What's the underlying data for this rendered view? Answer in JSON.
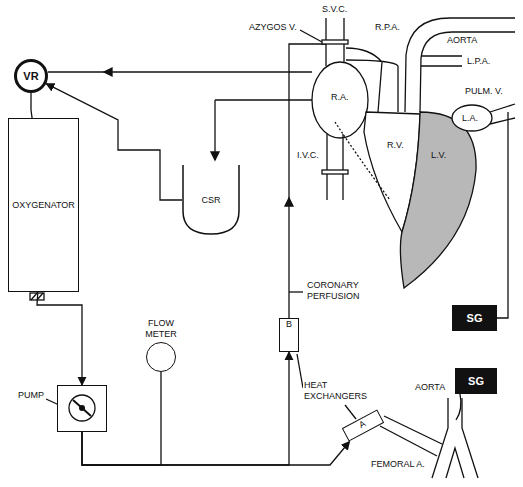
{
  "diagram": {
    "nodes": [
      {
        "text": [
          "VR"
        ]
      },
      {
        "text": [
          "OXYGENATOR"
        ]
      },
      {
        "text": [
          "CSR"
        ]
      },
      {
        "text": [
          "PUMP"
        ]
      },
      {
        "text": [
          "FLOW METER"
        ]
      },
      {
        "text": [
          "B"
        ]
      },
      {
        "text": [
          "A"
        ]
      },
      {
        "text": [
          "SG"
        ]
      },
      {
        "text": [
          "SG"
        ]
      }
    ],
    "edges": [
      {
        "from": 0,
        "to": 1,
        "arrow": "none"
      },
      {
        "from": 1,
        "to": 3,
        "arrow": "to"
      },
      {
        "from": 3,
        "to": 4,
        "arrow": "none"
      },
      {
        "from": 3,
        "to": 5,
        "arrow": "to"
      },
      {
        "from": 3,
        "to": 6,
        "arrow": "to"
      },
      {
        "from": 2,
        "to": 0,
        "arrow": "to"
      }
    ],
    "labels": [
      "S.V.C.",
      "AZYGOS V.",
      "R.P.A.",
      "AORTA",
      "L.P.A.",
      "PULM. V.",
      "R.A.",
      "L.A.",
      "I.V.C.",
      "R.V.",
      "L.V.",
      "CORONARY PERFUSION",
      "HEAT EXCHANGERS",
      "AORTA",
      "FEMORAL A."
    ]
  }
}
